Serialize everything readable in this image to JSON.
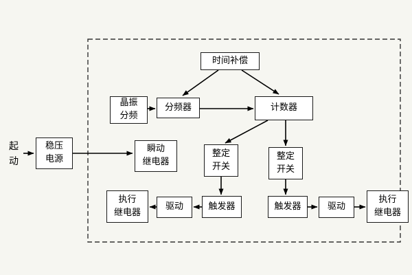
{
  "diagram": {
    "start_label": "起\n动",
    "nodes": {
      "power": "稳压\n电源",
      "time_comp": "时间补偿",
      "crystal": "晶振\n分频",
      "divider": "分频器",
      "counter": "计数器",
      "instant_relay": "瞬动\n继电器",
      "setting_switch_left": "整定\n开关",
      "setting_switch_right": "整定\n开关",
      "trigger_left": "触发器",
      "trigger_right": "触发器",
      "drive_left": "驱动",
      "drive_right": "驱动",
      "exec_relay_left": "执行\n继电器",
      "exec_relay_right": "执行\n继电器"
    },
    "colors": {
      "background": "#f6f6f1",
      "box_fill": "#ffffff",
      "line": "#000000"
    }
  }
}
